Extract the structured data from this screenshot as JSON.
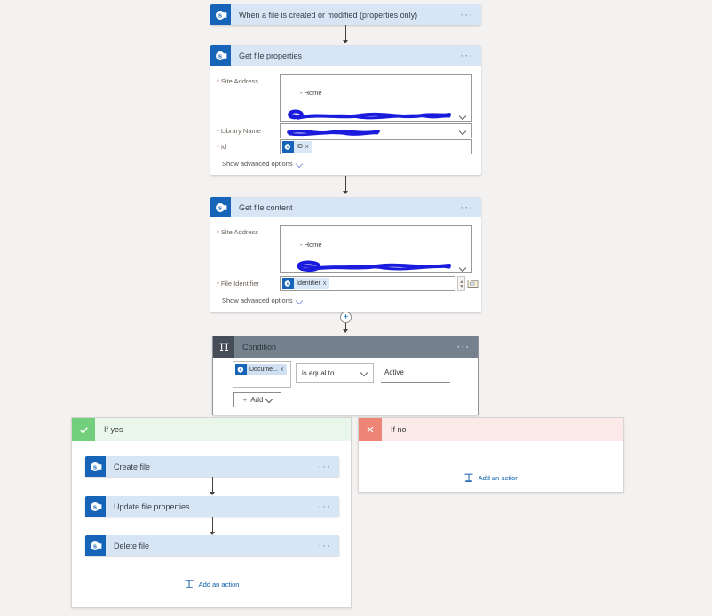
{
  "colors": {
    "sharepoint_blue": "#1664b8",
    "card_header_blue": "#d7e5f4",
    "condition_header_gray": "#76818e",
    "success_green": "#72cf7c",
    "error_salmon": "#ee8476",
    "link_blue": "#0b5fad",
    "redaction_scribble_blue": "#1b1bdd",
    "canvas_background": "#f3f2f1"
  },
  "ui": {
    "ellipsis": "···",
    "required": "*",
    "remove": "x",
    "plus": "+",
    "show_advanced": "Show advanced options",
    "add_an_action": "Add an action",
    "home_option": "- Home"
  },
  "trigger": {
    "title": "When a file is created or modified (properties only)"
  },
  "get_file_properties": {
    "title": "Get file properties",
    "site_address_label": "Site Address",
    "library_name_label": "Library Name",
    "id_label": "Id",
    "id_token": "ID"
  },
  "get_file_content": {
    "title": "Get file content",
    "site_address_label": "Site Address",
    "file_identifier_label": "File Identifier",
    "file_identifier_token": "Identifier"
  },
  "condition": {
    "title": "Condition",
    "value_token": "Docume...",
    "operator": "is equal to",
    "comparison_value": "Active",
    "add_button": "Add"
  },
  "if_yes": {
    "title": "If yes",
    "actions": [
      "Create file",
      "Update file properties",
      "Delete file"
    ]
  },
  "if_no": {
    "title": "If no"
  }
}
